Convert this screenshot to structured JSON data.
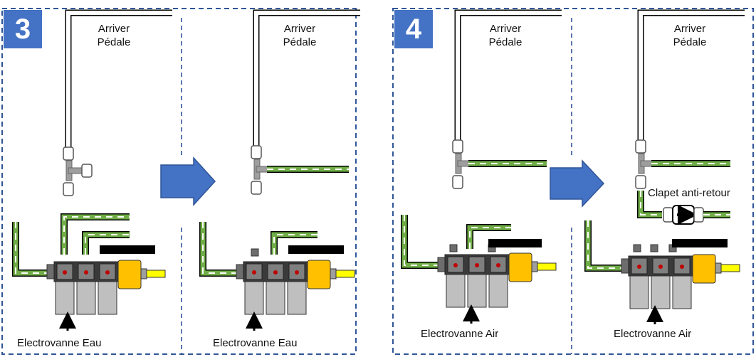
{
  "steps": [
    {
      "number": "3",
      "panels": [
        {
          "inlet_label_1": "Arriver",
          "inlet_label_2": "Pédale",
          "valve_label": "Electrovanne Eau"
        },
        {
          "inlet_label_1": "Arriver",
          "inlet_label_2": "Pédale",
          "valve_label": "Electrovanne Eau"
        }
      ]
    },
    {
      "number": "4",
      "panels": [
        {
          "inlet_label_1": "Arriver",
          "inlet_label_2": "Pédale",
          "valve_label": "Electrovanne Air"
        },
        {
          "inlet_label_1": "Arriver",
          "inlet_label_2": "Pédale",
          "valve_label": "Electrovanne Air",
          "check_valve_label": "Clapet anti-retour"
        }
      ]
    }
  ],
  "colors": {
    "accent_blue": "#4472C4",
    "border_dash": "#2F5597",
    "pipe_green": "#70AD47",
    "yellow_outlet": "#FFFF00",
    "orange_coil": "#FFC000",
    "valve_gray": "#BFBFBF",
    "led_red": "#C00000"
  }
}
